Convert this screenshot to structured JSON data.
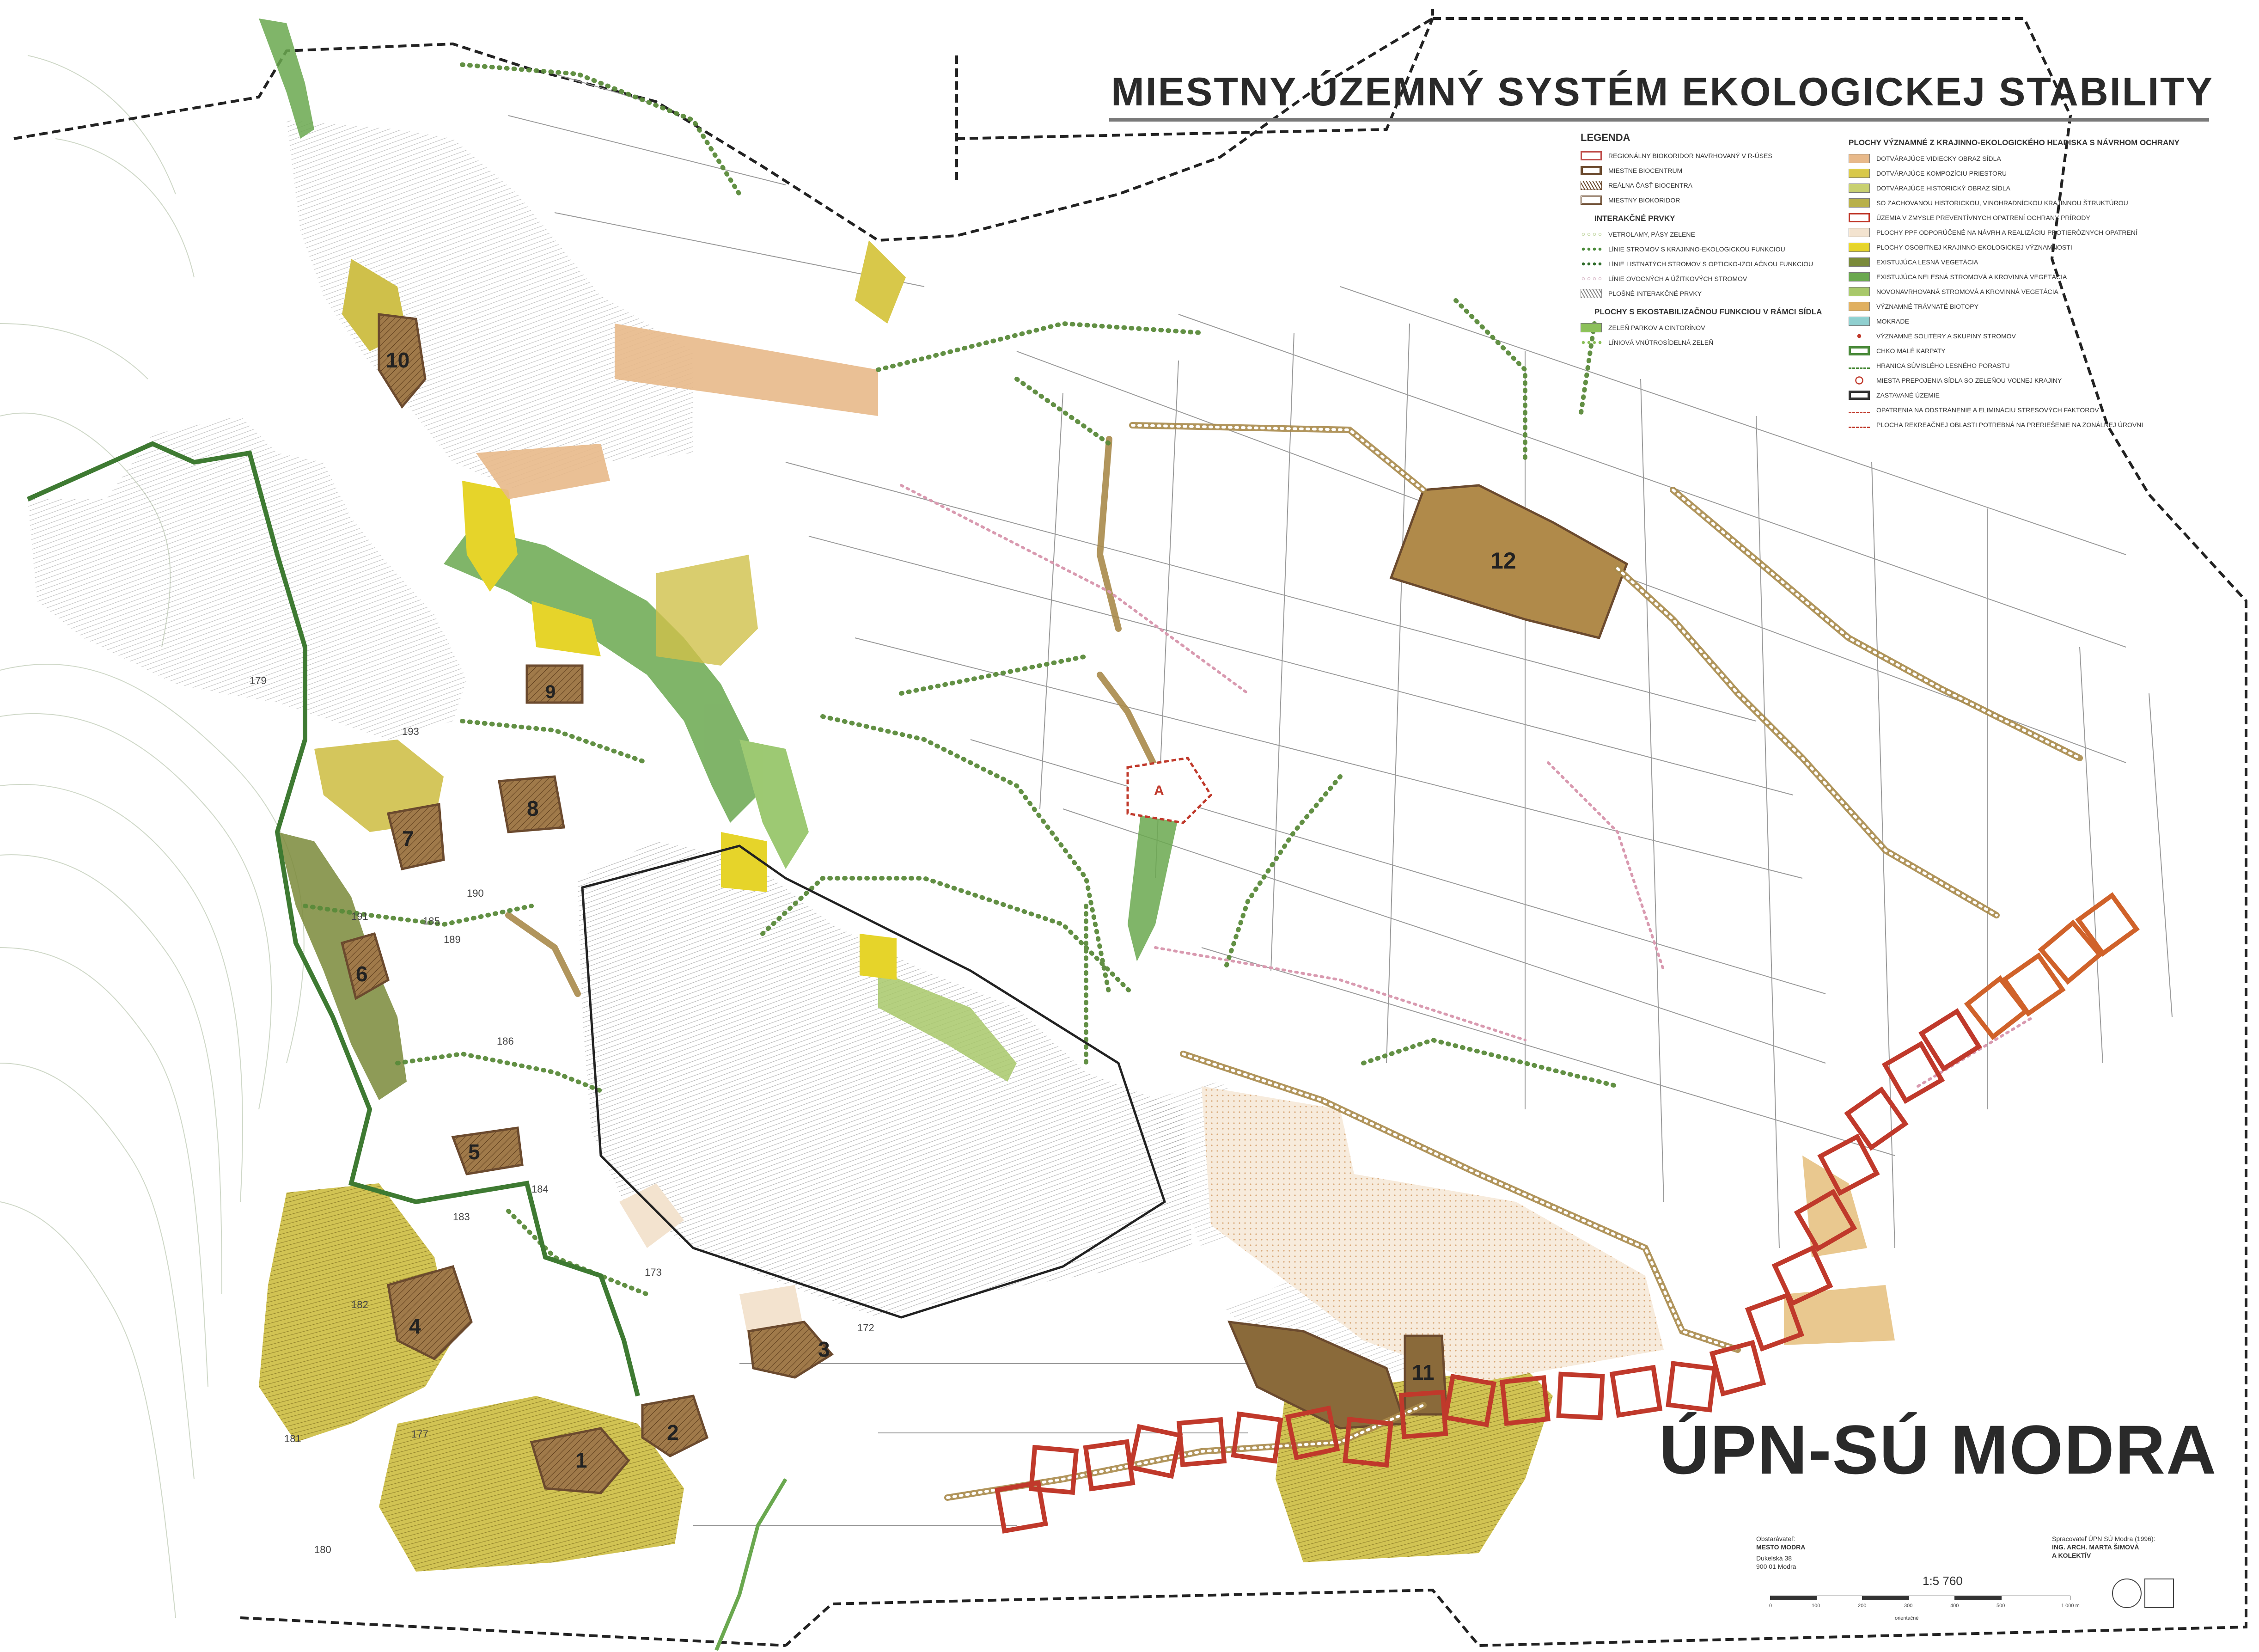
{
  "map": {
    "title": "MIESTNY ÚZEMNÝ SYSTÉM EKOLOGICKEJ STABILITY",
    "subtitle": "ÚPN-SÚ MODRA",
    "scale": "1:5 760",
    "scale_ticks": [
      "0",
      "100",
      "200",
      "300",
      "400",
      "500",
      "1 000 m"
    ],
    "scale_caption": "orientačné",
    "client": {
      "label": "Obstarávateľ:",
      "name": "MESTO MODRA",
      "address1": "Dukelská 38",
      "address2": "900 01 Modra"
    },
    "author": {
      "label": "Spracovateľ ÚPN SÚ Modra (1996):",
      "name1": "ING. ARCH. MARTA ŠIMOVÁ",
      "name2": "A KOLEKTÍV"
    },
    "area_numbers": [
      "1",
      "2",
      "3",
      "4",
      "5",
      "6",
      "7",
      "8",
      "9",
      "10",
      "11",
      "12"
    ],
    "area_letter": "A",
    "parcel_numbers": [
      "193",
      "191",
      "190",
      "189",
      "185",
      "186",
      "184",
      "183",
      "182",
      "181",
      "180",
      "177",
      "173",
      "172",
      "179"
    ]
  },
  "legend": {
    "heading": "LEGENDA",
    "left_items": [
      {
        "label": "REGIONÁLNY BIOKORIDOR NAVRHOVANÝ  V R-ÚSES",
        "style": "outline",
        "color": "#c0504d"
      },
      {
        "label": "MIESTNE BIOCENTRUM",
        "style": "outline-thick",
        "color": "#6b4a2e"
      },
      {
        "label": "REÁLNA ČASŤ BIOCENTRA",
        "style": "hatch",
        "color": "#6b4a2e"
      },
      {
        "label": "MIESTNY BIOKORIDOR",
        "style": "double-outline",
        "color": "#6b4a2e"
      }
    ],
    "section_interaction": "INTERAKČNÉ PRVKY",
    "interaction_items": [
      {
        "label": "VETROLAMY, PÁSY ZELENE",
        "style": "dots-light",
        "color": "#a7c47a"
      },
      {
        "label": "LÍNIE STROMOV S KRAJINNO-EKOLOGICKOU FUNKCIOU",
        "style": "dots",
        "color": "#4a8a3a"
      },
      {
        "label": "LÍNIE LISTNATÝCH STROMOV S OPTICKO-IZOLAČNOU FUNKCIOU",
        "style": "dots",
        "color": "#2e6b2a"
      },
      {
        "label": "LÍNIE OVOCNÝCH A ÚŽITKOVÝCH STROMOV",
        "style": "dots-light",
        "color": "#c79ab0"
      },
      {
        "label": "PLOŠNÉ INTERAKČNÉ PRVKY",
        "style": "hatch",
        "color": "#888888"
      }
    ],
    "section_stabilization": "PLOCHY S EKOSTABILIZAČNOU FUNKCIOU V RÁMCI SÍDLA",
    "stabilization_items": [
      {
        "label": "ZELEŇ PARKOV A CINTORÍNOV",
        "style": "fill",
        "color": "#8cc05a"
      },
      {
        "label": "LÍNIOVÁ VNÚTROSÍDELNÁ ZELEŇ",
        "style": "dots",
        "color": "#8cc05a"
      }
    ],
    "section_protection": "PLOCHY VÝZNAMNÉ Z KRAJINNO-EKOLOGICKÉHO HĽADISKA S NÁVRHOM OCHRANY",
    "protection_items": [
      {
        "label": "DOTVÁRAJÚCE VIDIECKY OBRAZ SÍDLA",
        "style": "fill",
        "color": "#e8b98a"
      },
      {
        "label": "DOTVÁRAJÚCE KOMPOZÍCIU PRIESTORU",
        "style": "fill",
        "color": "#d8c84a"
      },
      {
        "label": "DOTVÁRAJÚCE HISTORICKÝ OBRAZ SÍDLA",
        "style": "fill",
        "color": "#c8d070"
      },
      {
        "label": "SO ZACHOVANOU HISTORICKOU, VINOHRADNÍCKOU KRAJINNOU ŠTRUKTÚROU",
        "style": "fill",
        "color": "#b8b04a"
      },
      {
        "label": "ÚZEMIA V ZMYSLE PREVENTÍVNYCH OPATRENÍ OCHRANY PRÍRODY",
        "style": "outline",
        "color": "#c0392b"
      },
      {
        "label": "PLOCHY PPF ODPORÚČENÉ NA NÁVRH A REALIZÁCIU PROTIERÓZNYCH OPATRENÍ",
        "style": "fill",
        "color": "#f3e3cf"
      },
      {
        "label": "PLOCHY OSOBITNEJ KRAJINNO-EKOLOGICKEJ VÝZNAMNOSTI",
        "style": "fill",
        "color": "#e6d42a"
      },
      {
        "label": "EXISTUJÚCA LESNÁ VEGETÁCIA",
        "style": "fill",
        "color": "#7a8a3a"
      },
      {
        "label": "EXISTUJÚCA NELESNÁ STROMOVÁ A KROVINNÁ VEGETÁCIA",
        "style": "fill",
        "color": "#6aa84f"
      },
      {
        "label": "NOVONAVRHOVANÁ STROMOVÁ A KROVINNÁ VEGETÁCIA",
        "style": "fill",
        "color": "#a8c86a"
      },
      {
        "label": "VÝZNAMNÉ TRÁVNATÉ BIOTOPY",
        "style": "fill",
        "color": "#e0b060"
      },
      {
        "label": "MOKRADE",
        "style": "fill",
        "color": "#8fcfcf"
      },
      {
        "label": "VÝZNAMNÉ SOLITÉRY A SKUPINY STROMOV",
        "style": "dot",
        "color": "#c0392b"
      },
      {
        "label": "CHKO MALÉ KARPATY",
        "style": "outline-thick",
        "color": "#4a8a3a"
      },
      {
        "label": "HRANICA SÚVISLÉHO LESNÉHO PORASTU",
        "style": "dash",
        "color": "#4a8a3a"
      },
      {
        "label": "MIESTA PREPOJENIA SÍDLA SO ZELEŇOU VOĽNEJ KRAJINY",
        "style": "circle",
        "color": "#c0392b"
      },
      {
        "label": "ZASTAVANÉ ÚZEMIE",
        "style": "outline-thick",
        "color": "#333333"
      },
      {
        "label": "OPATRENIA NA ODSTRÁNENIE A ELIMINÁCIU STRESOVÝCH FAKTOROV",
        "style": "dash",
        "color": "#c0392b"
      },
      {
        "label": "PLOCHA REKREAČNEJ OBLASTI POTREBNÁ NA PRERIEŠENIE NA ZONÁLNEJ ÚROVNI",
        "style": "dash",
        "color": "#c0392b"
      }
    ]
  }
}
